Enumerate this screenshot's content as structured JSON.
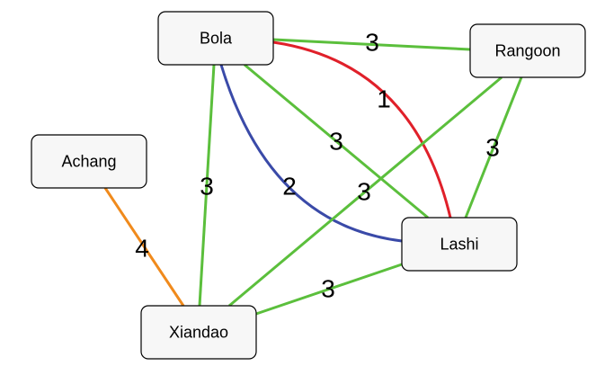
{
  "colors": {
    "green": "#5bbf3c",
    "red": "#e0202a",
    "blue": "#3a4aa8",
    "orange": "#f08a1c",
    "node_fill": "#f7f7f7",
    "node_border": "#000000"
  },
  "nodes": [
    {
      "id": "bola",
      "label": "Bola"
    },
    {
      "id": "rangoon",
      "label": "Rangoon"
    },
    {
      "id": "achang",
      "label": "Achang"
    },
    {
      "id": "lashi",
      "label": "Lashi"
    },
    {
      "id": "xiandao",
      "label": "Xiandao"
    }
  ],
  "edges": [
    {
      "id": "bola-rangoon",
      "from": "bola",
      "to": "rangoon",
      "label": "3",
      "color": "green"
    },
    {
      "id": "bola-lashi-red",
      "from": "bola",
      "to": "lashi",
      "label": "1",
      "color": "red"
    },
    {
      "id": "bola-lashi-blue",
      "from": "bola",
      "to": "lashi",
      "label": "2",
      "color": "blue"
    },
    {
      "id": "bola-lashi-green",
      "from": "bola",
      "to": "lashi",
      "label": "3",
      "color": "green"
    },
    {
      "id": "bola-xiandao",
      "from": "bola",
      "to": "xiandao",
      "label": "3",
      "color": "green"
    },
    {
      "id": "rangoon-lashi",
      "from": "rangoon",
      "to": "lashi",
      "label": "3",
      "color": "green"
    },
    {
      "id": "rangoon-xiandao",
      "from": "rangoon",
      "to": "xiandao",
      "label": "3",
      "color": "green"
    },
    {
      "id": "lashi-xiandao",
      "from": "lashi",
      "to": "xiandao",
      "label": "3",
      "color": "green"
    },
    {
      "id": "achang-xiandao",
      "from": "achang",
      "to": "xiandao",
      "label": "4",
      "color": "orange"
    }
  ]
}
